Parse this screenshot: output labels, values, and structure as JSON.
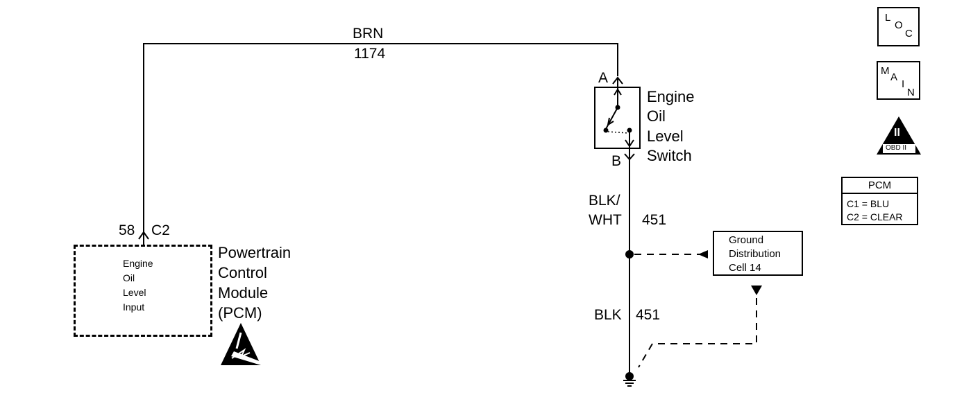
{
  "wire_top": {
    "color": "BRN",
    "circuit": "1174"
  },
  "switch": {
    "pin_a": "A",
    "pin_b": "B",
    "name_lines": [
      "Engine",
      "Oil",
      "Level",
      "Switch"
    ]
  },
  "wire_switch_to_splice": {
    "color_line1": "BLK/",
    "color_line2": "WHT",
    "circuit": "451"
  },
  "wire_splice_to_ground": {
    "color": "BLK",
    "circuit": "451"
  },
  "ground_ref": {
    "lines": [
      "Ground",
      "Distribution",
      "Cell 14"
    ]
  },
  "pcm": {
    "pin": "58",
    "connector": "C2",
    "input_lines": [
      "Engine",
      "Oil",
      "Level",
      "Input"
    ],
    "name_lines": [
      "Powertrain",
      "Control",
      "Module",
      "(PCM)"
    ]
  },
  "icons": {
    "loc": {
      "l": "L",
      "o": "O",
      "c": "C"
    },
    "main": {
      "m": "M",
      "a": "A",
      "i": "I",
      "n": "N"
    },
    "obd": {
      "numeral": "II",
      "label": "OBD II"
    },
    "esd": "esd-sensitive-icon"
  },
  "pcm_legend": {
    "title": "PCM",
    "rows": [
      "C1 = BLU",
      "C2 = CLEAR"
    ]
  }
}
